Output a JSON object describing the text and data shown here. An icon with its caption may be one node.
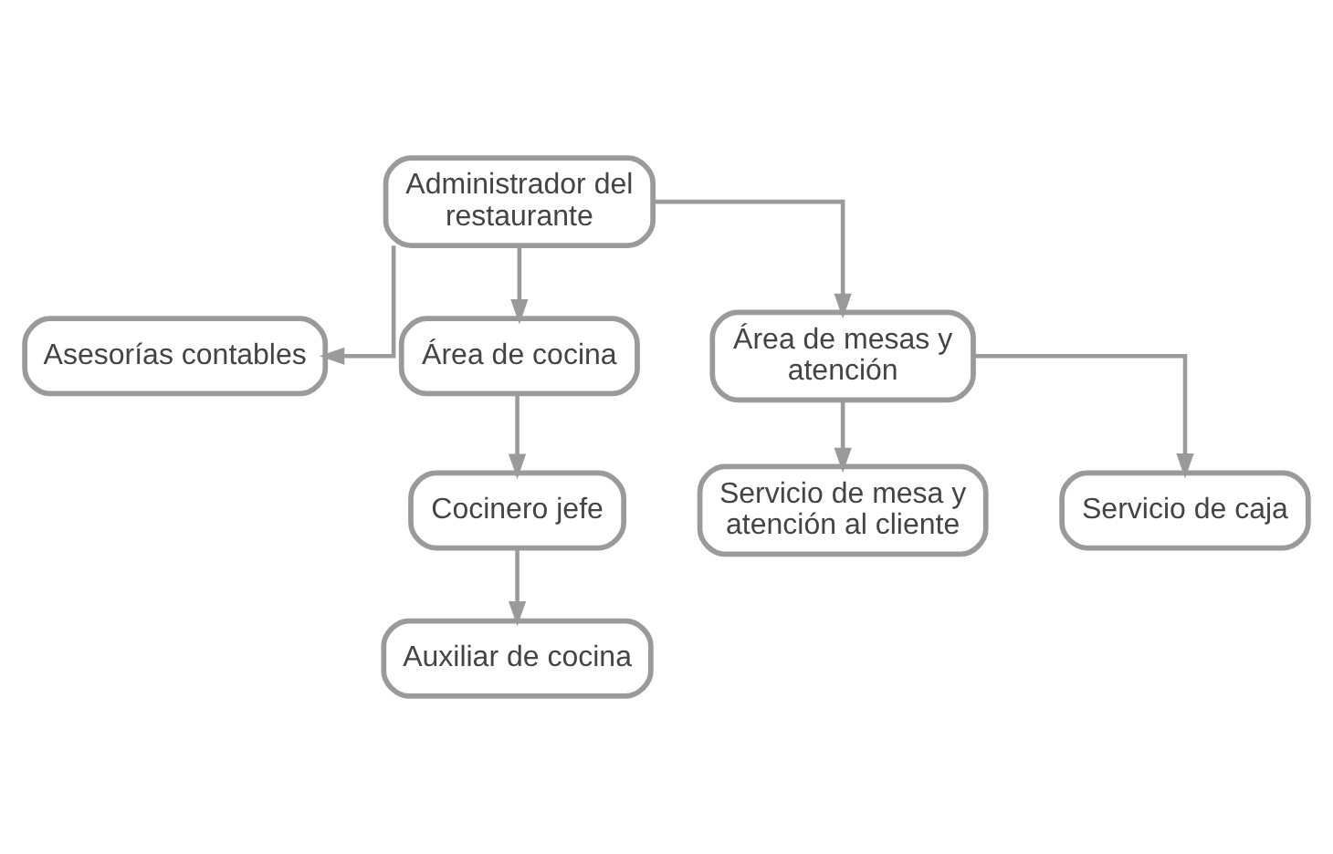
{
  "diagram": {
    "nodes": [
      {
        "text": [
          "Administrador del restaurante"
        ]
      },
      {
        "text": [
          "Asesorías contables"
        ]
      },
      {
        "text": [
          "Área de cocina"
        ]
      },
      {
        "text": [
          "Área de mesas y atención"
        ]
      },
      {
        "text": [
          "Cocinero jefe"
        ]
      },
      {
        "text": [
          "Auxiliar de cocina"
        ]
      },
      {
        "text": [
          "Servicio de mesa y atención al cliente"
        ]
      },
      {
        "text": [
          "Servicio de caja"
        ]
      }
    ],
    "edges": [
      {
        "from": 0,
        "to": 1,
        "arrow": "to"
      },
      {
        "from": 0,
        "to": 2,
        "arrow": "to"
      },
      {
        "from": 0,
        "to": 3,
        "arrow": "to"
      },
      {
        "from": 2,
        "to": 4,
        "arrow": "to"
      },
      {
        "from": 4,
        "to": 5,
        "arrow": "to"
      },
      {
        "from": 3,
        "to": 6,
        "arrow": "to"
      },
      {
        "from": 3,
        "to": 7,
        "arrow": "to"
      }
    ]
  }
}
